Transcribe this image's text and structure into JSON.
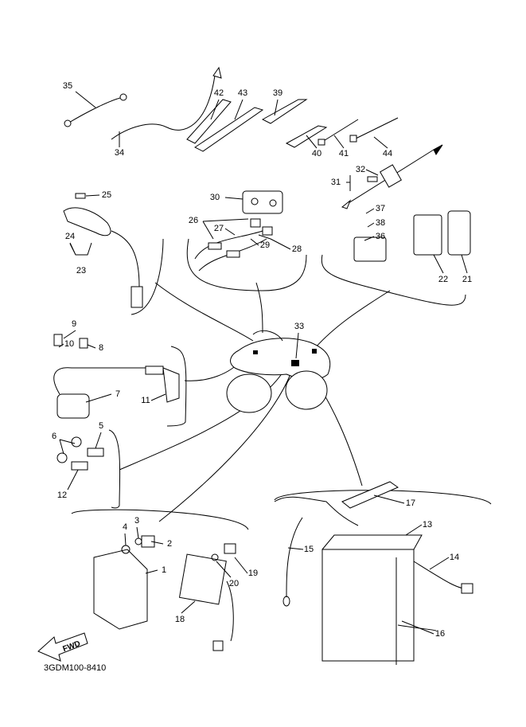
{
  "diagram_code": "3GDM100-8410",
  "fwd_arrow_text": "FWD",
  "callouts": {
    "c1": "1",
    "c2": "2",
    "c3": "3",
    "c4": "4",
    "c5": "5",
    "c6": "6",
    "c7": "7",
    "c8": "8",
    "c9": "9",
    "c10": "10",
    "c11": "11",
    "c12": "12",
    "c13": "13",
    "c14": "14",
    "c15": "15",
    "c16": "16",
    "c17": "17",
    "c18": "18",
    "c19": "19",
    "c20": "20",
    "c21": "21",
    "c22": "22",
    "c23": "23",
    "c24": "24",
    "c25": "25",
    "c26": "26",
    "c27": "27",
    "c28": "28",
    "c29": "29",
    "c30": "30",
    "c31": "31",
    "c32": "32",
    "c33": "33",
    "c34": "34",
    "c35": "35",
    "c36": "36",
    "c37": "37",
    "c38": "38",
    "c39": "39",
    "c40": "40",
    "c41": "41",
    "c42": "42",
    "c43": "43",
    "c44": "44"
  }
}
